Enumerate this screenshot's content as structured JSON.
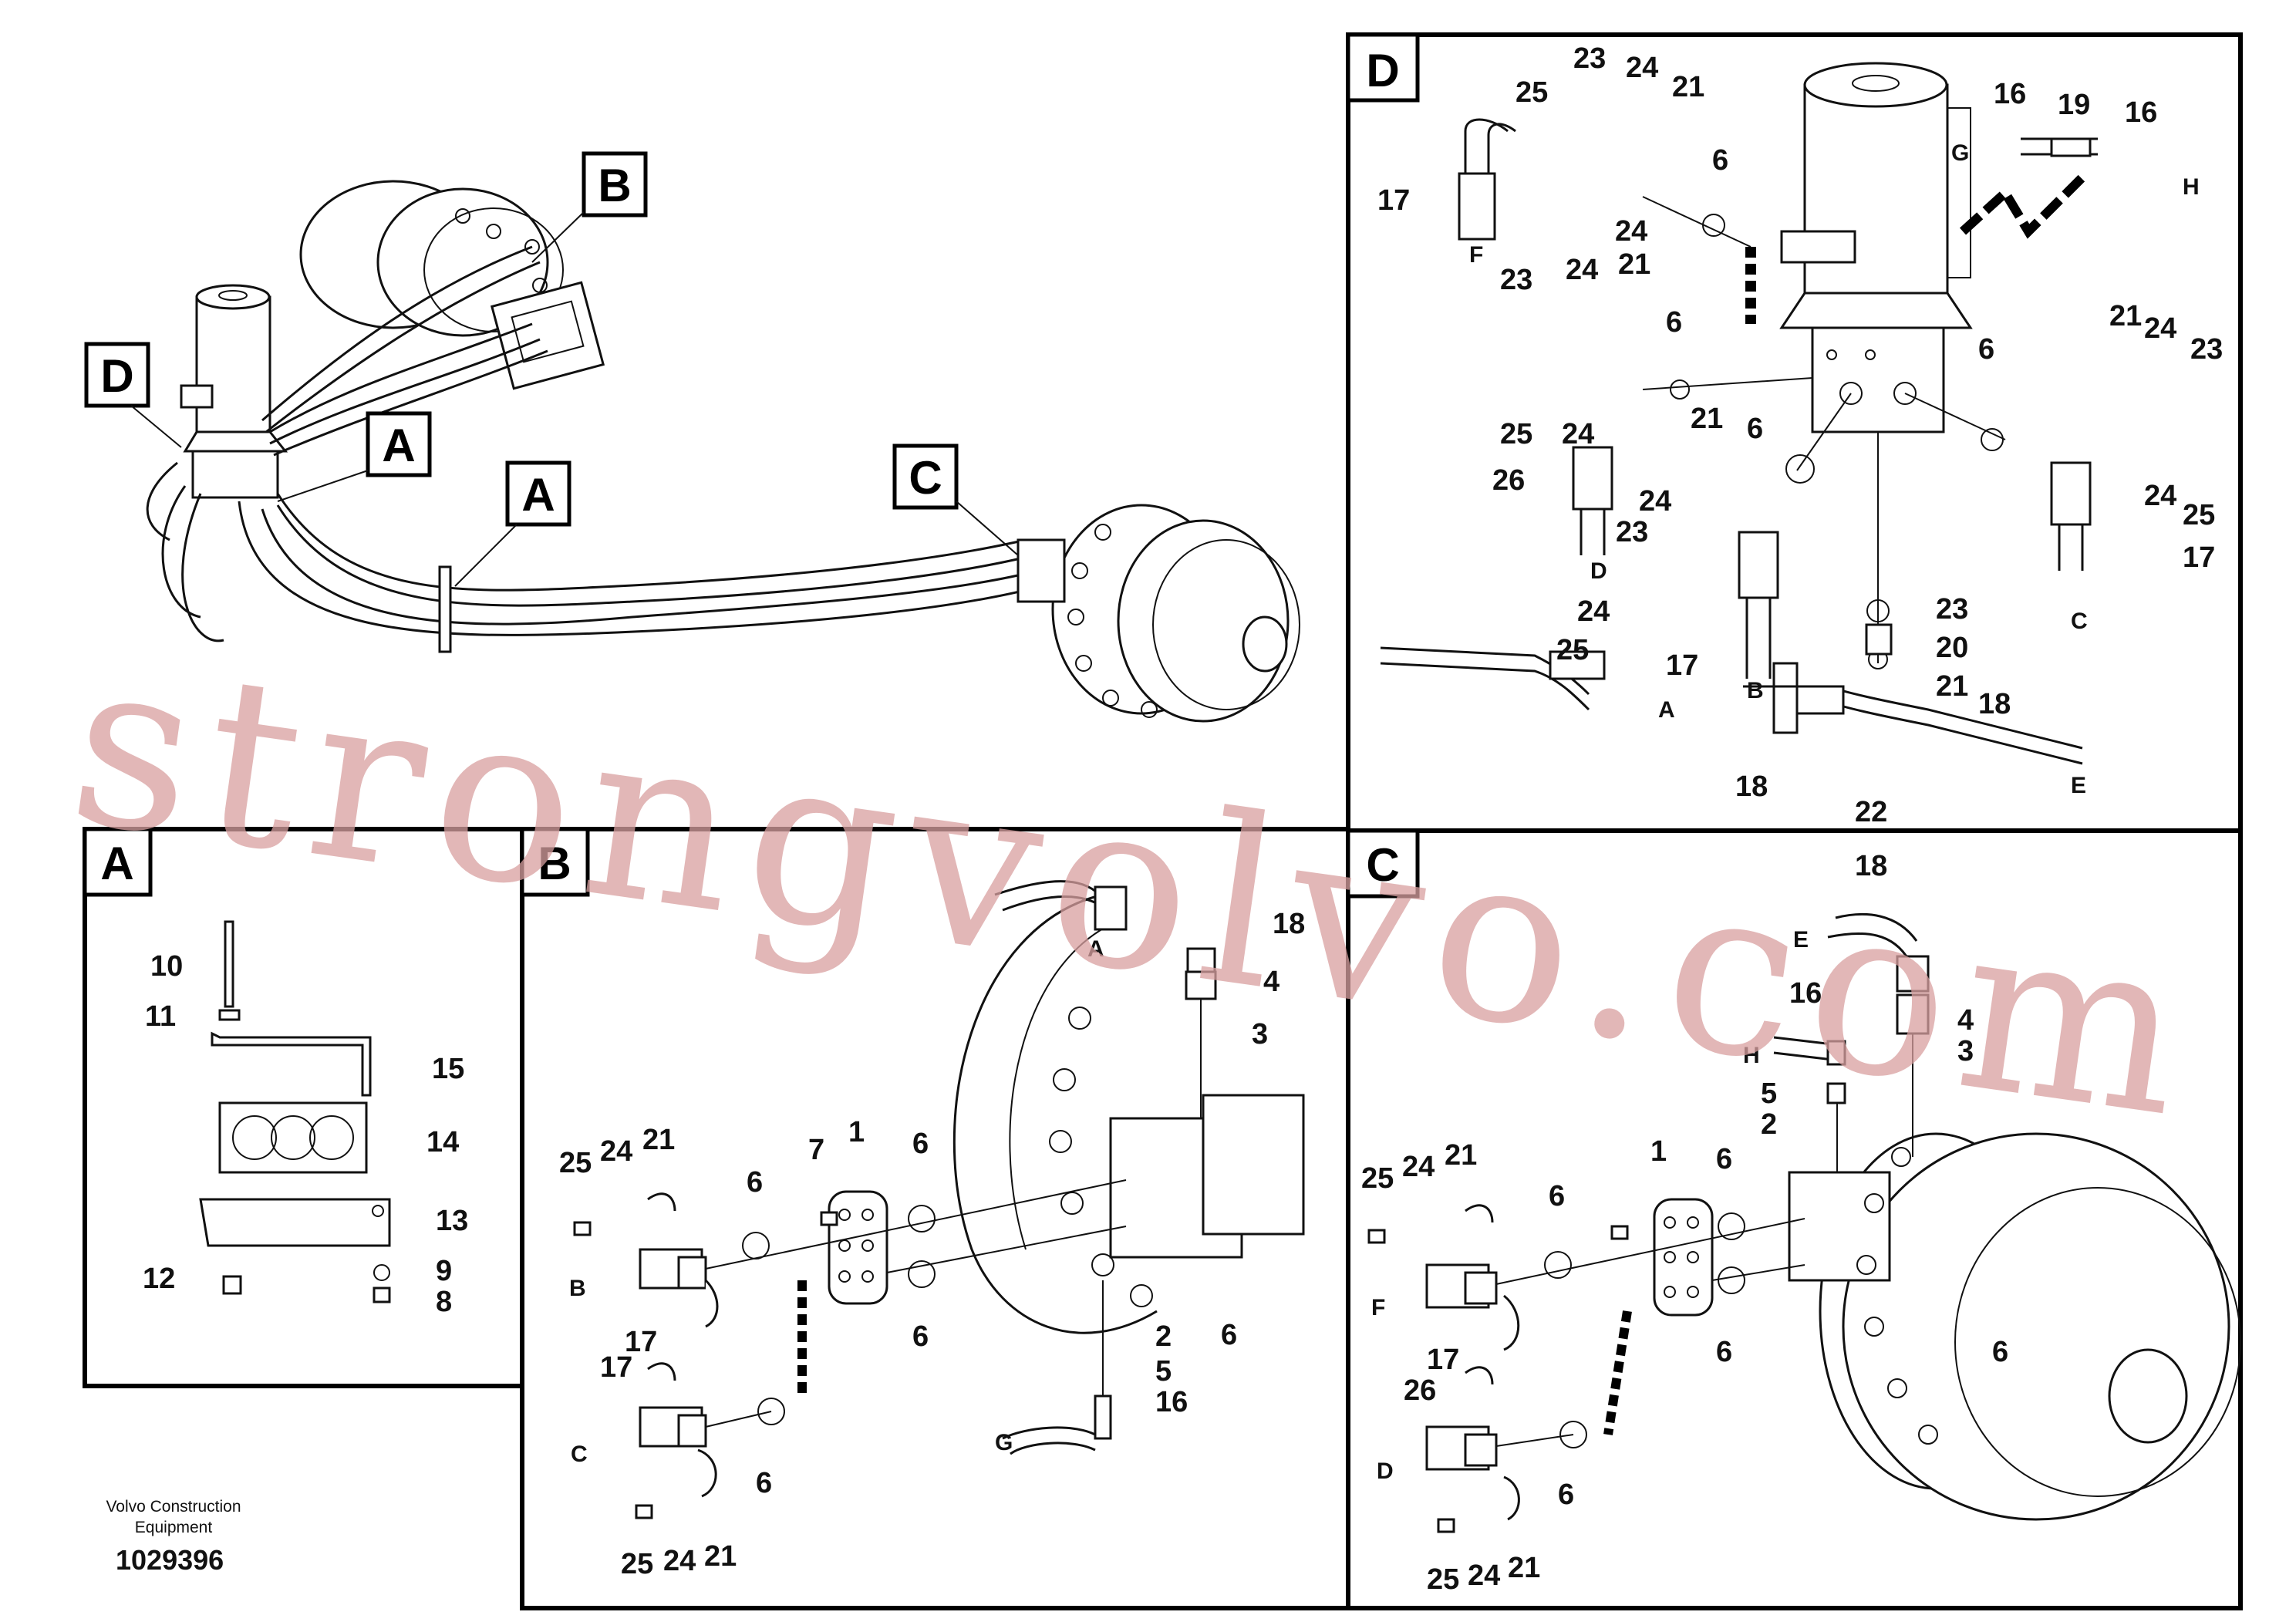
{
  "watermark": "strongvolvo.com",
  "footer": {
    "company_line1": "Volvo Construction",
    "company_line2": "Equipment",
    "drawing_number": "1029396"
  },
  "overview": {
    "callouts": {
      "B": "B",
      "D": "D",
      "A1": "A",
      "A2": "A",
      "C": "C"
    }
  },
  "panel_A": {
    "title": "A",
    "labels": {
      "l10": "10",
      "l11": "11",
      "l15": "15",
      "l14": "14",
      "l13": "13",
      "l12": "12",
      "l9": "9",
      "l8": "8"
    }
  },
  "panel_B": {
    "title": "B",
    "labels": {
      "l18": "18",
      "lA": "A",
      "l4": "4",
      "l3": "3",
      "l1": "1",
      "l6a": "6",
      "l7": "7",
      "l6b": "6",
      "l25a": "25",
      "l24a": "24",
      "l21a": "21",
      "l6c": "6",
      "lB": "B",
      "l17a": "17",
      "l6d": "6",
      "l17b": "17",
      "lC": "C",
      "l6e": "6",
      "l25b": "25",
      "l24b": "24",
      "l21b": "21",
      "l2": "2",
      "l5": "5",
      "l16": "16",
      "lG": "G"
    }
  },
  "panel_C": {
    "title": "C",
    "labels": {
      "l18": "18",
      "lE": "E",
      "l16": "16",
      "lH": "H",
      "l4": "4",
      "l3": "3",
      "l5": "5",
      "l2": "2",
      "l1": "1",
      "l6a": "6",
      "l6b": "6",
      "l25a": "25",
      "l24a": "24",
      "l21a": "21",
      "l6c": "6",
      "lF": "F",
      "l17": "17",
      "l26": "26",
      "lD": "D",
      "l6d": "6",
      "l6e": "6",
      "l25b": "25",
      "l24b": "24",
      "l21b": "21"
    }
  },
  "panel_D": {
    "title": "D",
    "labels": {
      "l23a": "23",
      "l24a": "24",
      "l21a": "21",
      "l25a": "25",
      "l6a": "6",
      "l24b": "24",
      "l17a": "17",
      "lF": "F",
      "l16a": "16",
      "l19": "19",
      "l16b": "16",
      "lG": "G",
      "lH": "H",
      "l23b": "23",
      "l24c": "24",
      "l21b": "21",
      "l6b": "6",
      "l25b": "25",
      "l24d": "24",
      "l21c": "21",
      "l26": "26",
      "lD": "D",
      "l6c": "6",
      "l24e": "24",
      "l23c": "23",
      "l24f": "24",
      "l25c": "25",
      "l17b": "17",
      "lB": "B",
      "l21d": "21",
      "l24g": "24",
      "l23d": "23",
      "l6d": "6",
      "l24h": "24",
      "l25d": "25",
      "l17c": "17",
      "lC": "C",
      "l23e": "23",
      "l20": "20",
      "l21e": "21",
      "l18a": "18",
      "lA": "A",
      "l18b": "18",
      "l22": "22",
      "lE": "E"
    }
  }
}
